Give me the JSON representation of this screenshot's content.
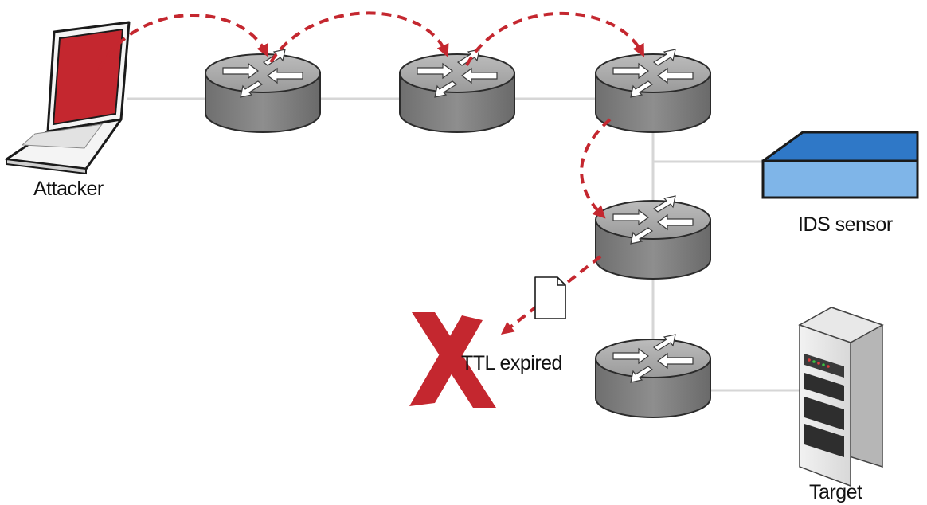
{
  "colors": {
    "attack_path": "#c4272f",
    "link": "#d6d6d6",
    "router_top": "#a2a2a2",
    "router_side": "#7d7d7d",
    "ids_top": "#2f78c7",
    "ids_body": "#7fb5e8",
    "laptop_screen": "#c4272f",
    "x_mark": "#c4272f"
  },
  "nodes": {
    "attacker": {
      "label": "Attacker",
      "icon": "laptop-icon"
    },
    "routers": [
      {
        "icon": "router-icon"
      },
      {
        "icon": "router-icon"
      },
      {
        "icon": "router-icon"
      },
      {
        "icon": "router-icon"
      },
      {
        "icon": "router-icon"
      }
    ],
    "ids_sensor": {
      "label": "IDS sensor",
      "icon": "ids-sensor-icon"
    },
    "target": {
      "label": "Target",
      "icon": "server-icon"
    }
  },
  "packet": {
    "icon": "document-icon"
  },
  "drop": {
    "label": "TTL expired",
    "icon": "x-mark-icon"
  }
}
